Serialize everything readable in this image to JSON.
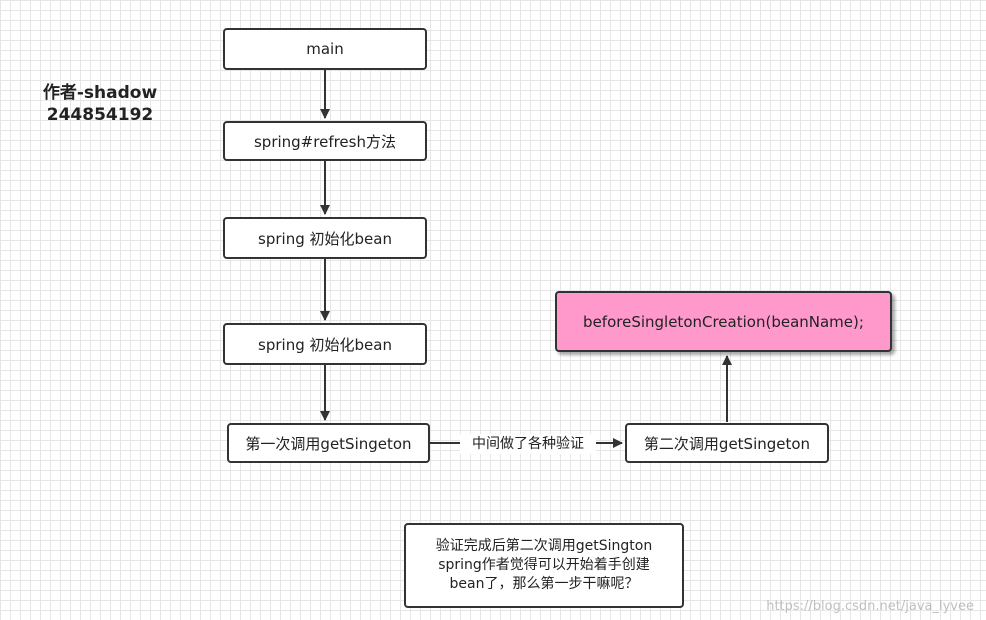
{
  "author": {
    "name": "作者-shadow",
    "id": "244854192"
  },
  "nodes": {
    "main": "main",
    "refresh": "spring#refresh方法",
    "init1": "spring 初始化bean",
    "init2": "spring 初始化bean",
    "first_call": "第一次调用getSingeton",
    "second_call": "第二次调用getSingeton",
    "before_creation": "beforeSingletonCreation(beanName);"
  },
  "edge_label": "中间做了各种验证",
  "note": {
    "lines": [
      "验证完成后第二次调用getSington",
      "spring作者觉得可以开始着手创建",
      "bean了，那么第一步干嘛呢？"
    ]
  },
  "watermark": "https://blog.csdn.net/java_lyvee",
  "colors": {
    "highlight": "#ff99cc",
    "stroke": "#333333",
    "grid": "#e6e6e6"
  }
}
